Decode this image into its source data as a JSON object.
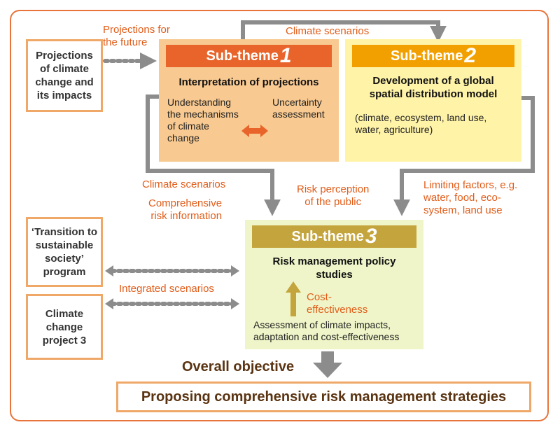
{
  "colors": {
    "frame": "#e8743b",
    "subtheme1_header": "#e8642a",
    "subtheme1_bg": "#f8c990",
    "subtheme2_header": "#f2a000",
    "subtheme2_bg": "#fff3a8",
    "subtheme3_header": "#c4a43c",
    "subtheme3_bg": "#eff5c8",
    "arrow_gray": "#8c8c8c",
    "accent_orange": "#e15c19"
  },
  "left_boxes": {
    "projections": "Projections\nof climate\nchange and\nits impacts",
    "transition": "‘Transition to\nsustainable\nsociety’\nprogram",
    "climate_project": "Climate\nchange\nproject 3"
  },
  "labels": {
    "projections_future": "Projections for\nthe future",
    "climate_scenarios_top": "Climate scenarios",
    "climate_scenarios_mid": "Climate scenarios",
    "comprehensive_risk": "Comprehensive\nrisk information",
    "risk_perception": "Risk perception\nof the public",
    "limiting_factors": "Limiting factors, e.g.\nwater, food, eco-\nsystem, land use",
    "integrated_scenarios": "Integrated scenarios",
    "cost_effectiveness": "Cost-\neffectiveness"
  },
  "sub1": {
    "header": "Sub-theme",
    "num": "1",
    "title": "Interpretation of projections",
    "left_text": "Understanding\nthe mechanisms\nof climate\nchange",
    "right_text": "Uncertainty\nassessment"
  },
  "sub2": {
    "header": "Sub-theme",
    "num": "2",
    "title": "Development of a global\nspatial distribution model",
    "text": "(climate, ecosystem, land use,\nwater, agriculture)"
  },
  "sub3": {
    "header": "Sub-theme",
    "num": "3",
    "title": "Risk management policy\nstudies",
    "bottom_text": "Assessment of climate impacts,\nadaptation and cost-effectiveness"
  },
  "overall": {
    "label": "Overall objective",
    "box": "Proposing comprehensive risk management strategies"
  }
}
